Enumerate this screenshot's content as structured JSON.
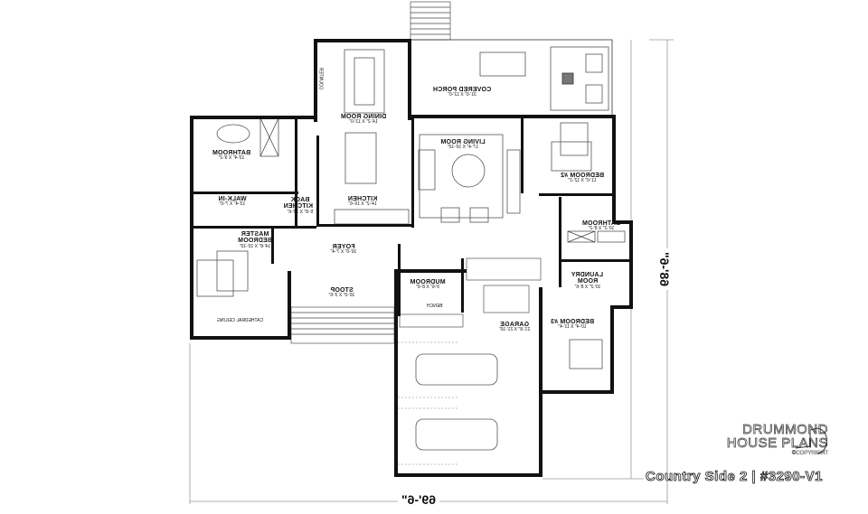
{
  "plan": {
    "mirrored": true,
    "rooms": [
      {
        "id": "covered-porch",
        "name": "COVERED PORCH",
        "dims": "31'-0\" X 12'-0\""
      },
      {
        "id": "dining-room",
        "name": "DINING ROOM",
        "dims": "14'-2\" X 12'-0\""
      },
      {
        "id": "living-room",
        "name": "LIVING ROOM",
        "dims": "17'-4\" X 16'-10\""
      },
      {
        "id": "bedroom-2",
        "name": "BEDROOM #2",
        "dims": "11'-0\" X 12'-2\""
      },
      {
        "id": "master-bathroom",
        "name": "BATHROOM",
        "dims": "13'-4\" X 9'-2\""
      },
      {
        "id": "walk-in",
        "name": "WALK-IN",
        "dims": "13'-4\" X 7'-0\""
      },
      {
        "id": "back-kitchen",
        "name": "BACK KITCHEN",
        "dims": "5'-8\" X 10'-6\""
      },
      {
        "id": "kitchen",
        "name": "KITCHEN",
        "dims": "14'-2\" X 16'-6\""
      },
      {
        "id": "bathroom-2",
        "name": "BATHROOM",
        "dims": "10'-2\" X 8'-2\""
      },
      {
        "id": "master-bedroom",
        "name": "MASTER BEDROOM",
        "dims": "14'-8\" X 15'-10\""
      },
      {
        "id": "foyer",
        "name": "FOYER",
        "dims": "16'-0\" X 7'-4\""
      },
      {
        "id": "stoop",
        "name": "STOOP",
        "dims": "16'-0\" X 3'-6\""
      },
      {
        "id": "mudroom",
        "name": "MUDROOM",
        "dims": "9'-6\" X 8'-0\""
      },
      {
        "id": "laundry-room",
        "name": "LAUNDRY ROOM",
        "dims": "10'-2\" X 8'-6\""
      },
      {
        "id": "bedroom-3",
        "name": "BEDROOM #3",
        "dims": "10'-4\" X 11'-4\""
      },
      {
        "id": "garage",
        "name": "GARAGE",
        "dims": "21'-8\" X 21'-10\""
      }
    ],
    "notes": {
      "counter": "COUNTER",
      "bench": "BENCH",
      "cathedral_ceiling": "CATHEDRAL CEILING"
    },
    "dimensions": {
      "width": "69'-6\"",
      "depth": "68'-6\""
    }
  },
  "branding": {
    "line1": "DRUMMOND",
    "line2": "HOUSE PLANS",
    "copyright": "©COPYRIGHT",
    "title": "Country Side 2 | #3290-V1"
  },
  "colors": {
    "wall": "#111111",
    "line": "#555555",
    "background": "#ffffff"
  }
}
